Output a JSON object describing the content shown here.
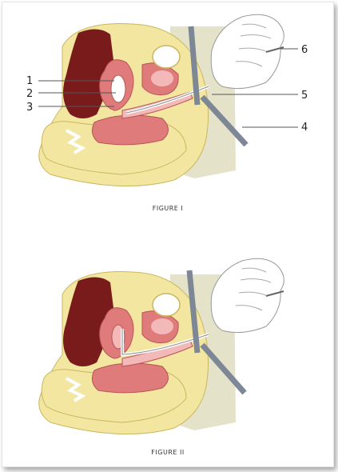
{
  "figures": [
    {
      "caption": "FIGURE I",
      "labels": [
        "1",
        "2",
        "3",
        "4",
        "5",
        "6"
      ]
    },
    {
      "caption": "FIGURE II",
      "labels": []
    }
  ],
  "colors": {
    "skin": "#f2e6a0",
    "skin_edge": "#c9b760",
    "dark_tissue": "#7a1b1b",
    "organ": "#e07b7b",
    "organ_light": "#f3b8b8",
    "instrument": "#7d8795",
    "glove": "#ffffff",
    "backdrop": "#d8d4b4"
  }
}
